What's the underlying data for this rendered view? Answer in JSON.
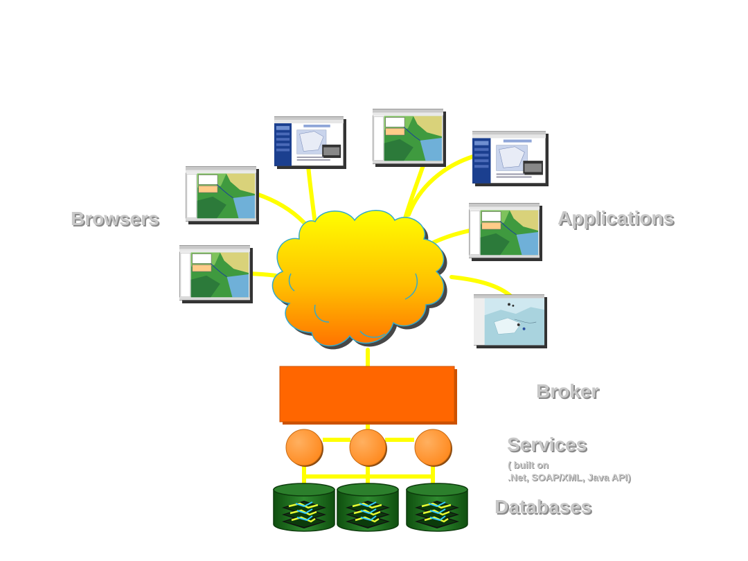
{
  "labels": {
    "browsers": "Browsers",
    "applications": "Applications",
    "broker": "Broker",
    "services": "Services",
    "services_note_1": "( built on",
    "services_note_2": ".Net, SOAP/XML, Java API)",
    "databases": "Databases"
  },
  "colors": {
    "connector": "#ffff00",
    "broker": "#ff6600",
    "service_node": "#ff9933",
    "database": "#1f6b1f",
    "label": "#c8c8c8",
    "cloud_top": "#ffff00",
    "cloud_bottom": "#ff7a00"
  },
  "icons": {
    "browser_window": "map-screenshot-icon",
    "application_window": "map-screenshot-icon",
    "database": "database-cylinder-icon",
    "service": "service-node-icon",
    "network": "cloud-icon"
  }
}
